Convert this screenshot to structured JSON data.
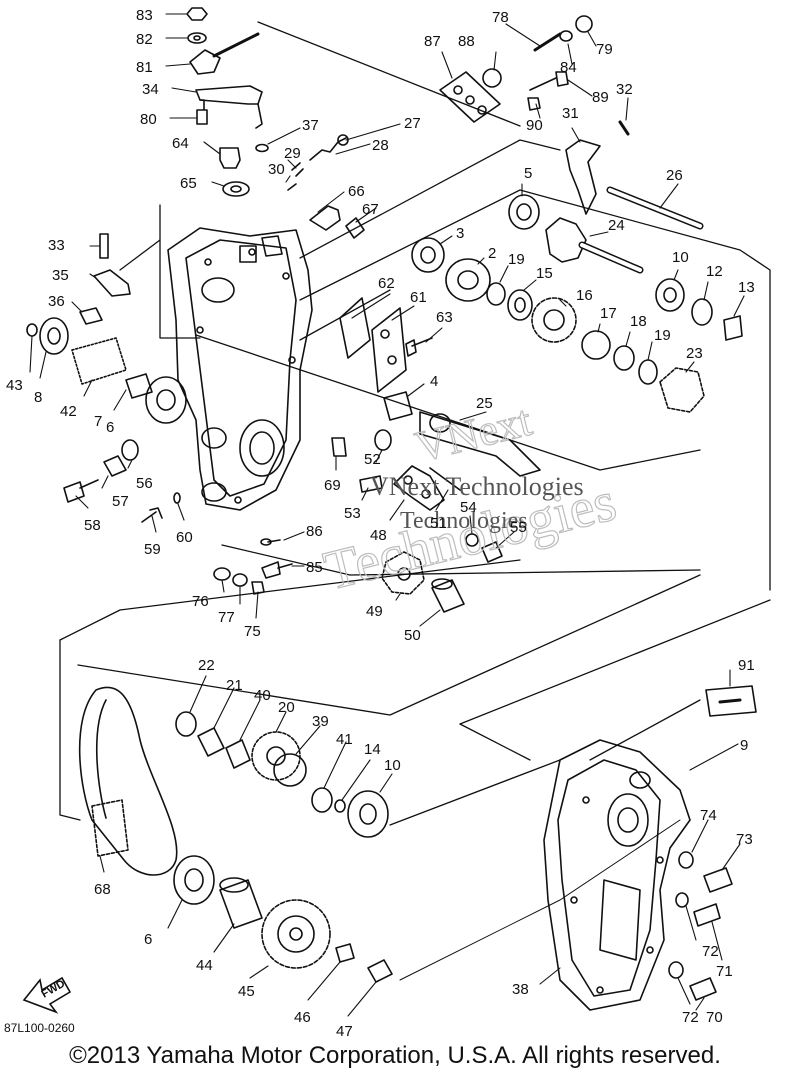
{
  "labels": {
    "p83": "83",
    "p82": "82",
    "p81": "81",
    "p34": "34",
    "p80": "80",
    "p37": "37",
    "p64": "64",
    "p29": "29",
    "p30": "30",
    "p28": "28",
    "p27": "27",
    "p65": "65",
    "p66": "66",
    "p67": "67",
    "p78": "78",
    "p79": "79",
    "p87": "87",
    "p88": "88",
    "p84": "84",
    "p89": "89",
    "p90": "90",
    "p32": "32",
    "p31": "31",
    "p26": "26",
    "p5": "5",
    "p24": "24",
    "p3": "3",
    "p2": "2",
    "p19a": "19",
    "p15": "15",
    "p16": "16",
    "p10a": "10",
    "p12": "12",
    "p13": "13",
    "p33": "33",
    "p35": "35",
    "p36": "36",
    "p43": "43",
    "p8": "8",
    "p42": "42",
    "p7": "7",
    "p6a": "6",
    "p62": "62",
    "p61": "61",
    "p63": "63",
    "p4": "4",
    "p17": "17",
    "p18": "18",
    "p19b": "19",
    "p23": "23",
    "p25": "25",
    "p56": "56",
    "p57": "57",
    "p58": "58",
    "p59": "59",
    "p60": "60",
    "p69": "69",
    "p52": "52",
    "p53": "53",
    "p48": "48",
    "p51": "51",
    "p54": "54",
    "p55": "55",
    "p86": "86",
    "p85": "85",
    "p76": "76",
    "p77": "77",
    "p75": "75",
    "p49": "49",
    "p50": "50",
    "p22": "22",
    "p21": "21",
    "p40": "40",
    "p20": "20",
    "p39": "39",
    "p41": "41",
    "p14": "14",
    "p10b": "10",
    "p91": "91",
    "p9": "9",
    "p74": "74",
    "p73": "73",
    "p68": "68",
    "p6b": "6",
    "p44": "44",
    "p45": "45",
    "p46": "46",
    "p47": "47",
    "p38": "38",
    "p72a": "72",
    "p71": "71",
    "p72b": "72",
    "p70": "70"
  },
  "fwd_arrow_text": "FWD",
  "diagram_code": "87L100-0260",
  "watermark": {
    "outline_top": "VNext",
    "outline_middle": "Technologies",
    "solid_line1": "VNext Technologies",
    "solid_line2": "Technologies"
  },
  "copyright": "©2013 Yamaha Motor Corporation, U.S.A. All rights reserved."
}
